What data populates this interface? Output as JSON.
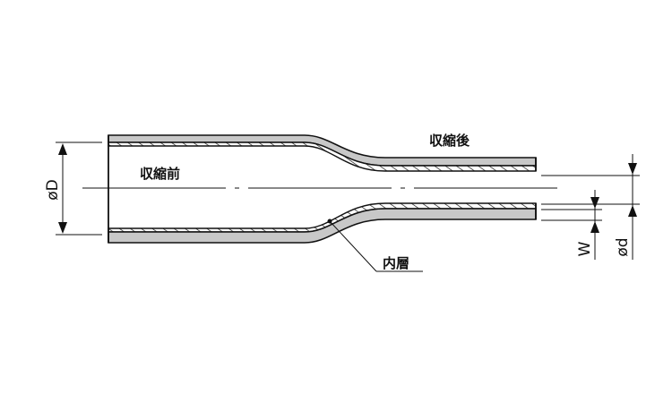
{
  "labels": {
    "before": "収縮前",
    "after": "収縮後",
    "inner_layer": "内層"
  },
  "dimensions": {
    "outer_diameter": "øD",
    "inner_diameter": "ød",
    "wall": "W"
  },
  "colors": {
    "outer_jacket": "#c8c8c8",
    "inner_layer": "#ffffff",
    "line": "#111111"
  }
}
